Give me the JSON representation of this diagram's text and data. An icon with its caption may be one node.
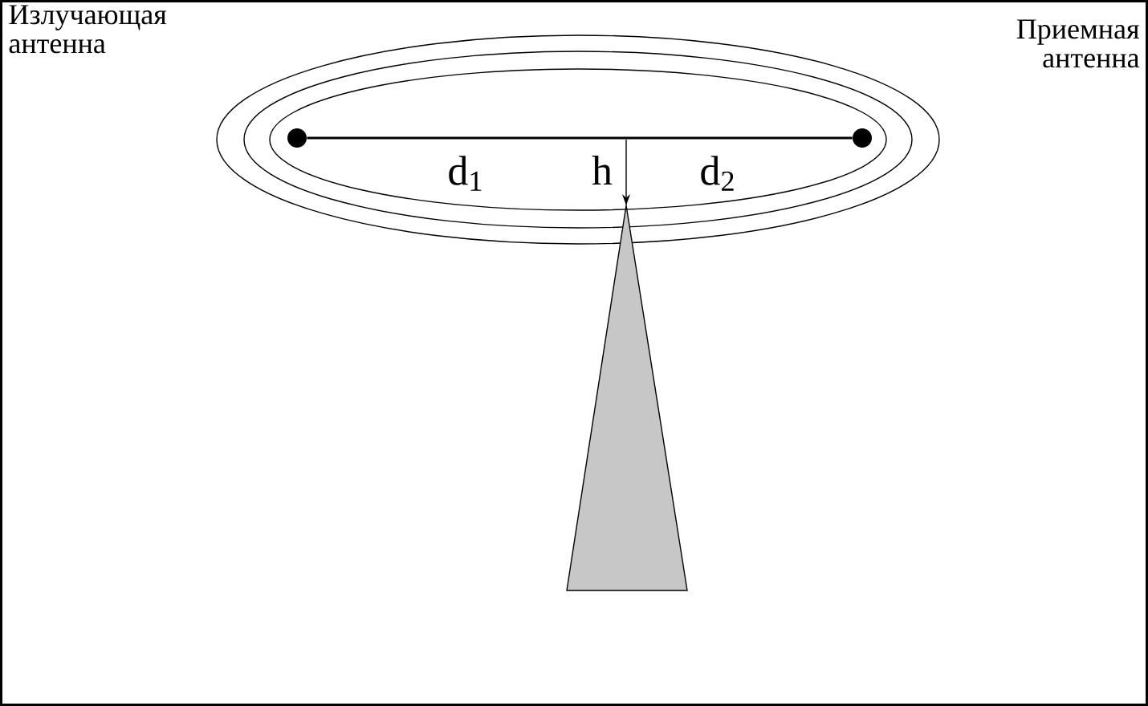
{
  "diagram": {
    "nodes": [
      {
        "text": [],
        "shape": "circle"
      },
      {
        "text": [],
        "shape": "circle"
      }
    ],
    "edges": [
      {
        "from": 0,
        "to": 1,
        "arrow": "none"
      }
    ],
    "labels": [
      "Излучающая антенна",
      "Приемная антенна",
      "d$_{1}$",
      "h",
      "d$_{2}$"
    ]
  }
}
